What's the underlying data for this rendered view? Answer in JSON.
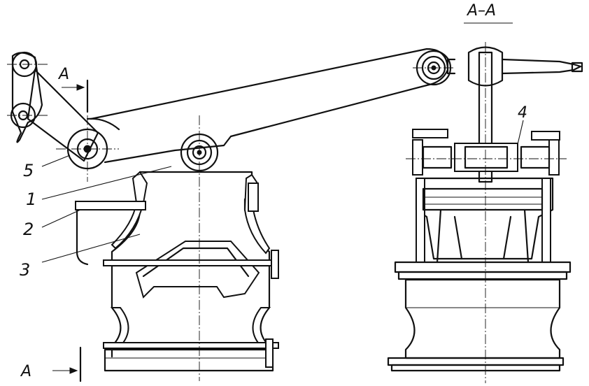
{
  "section_title": "A–A",
  "section_marks": [
    "A",
    "A"
  ],
  "callouts": [
    "1",
    "2",
    "3",
    "4",
    "5"
  ],
  "colors": {
    "ink": "#111111",
    "paper": "#ffffff"
  }
}
